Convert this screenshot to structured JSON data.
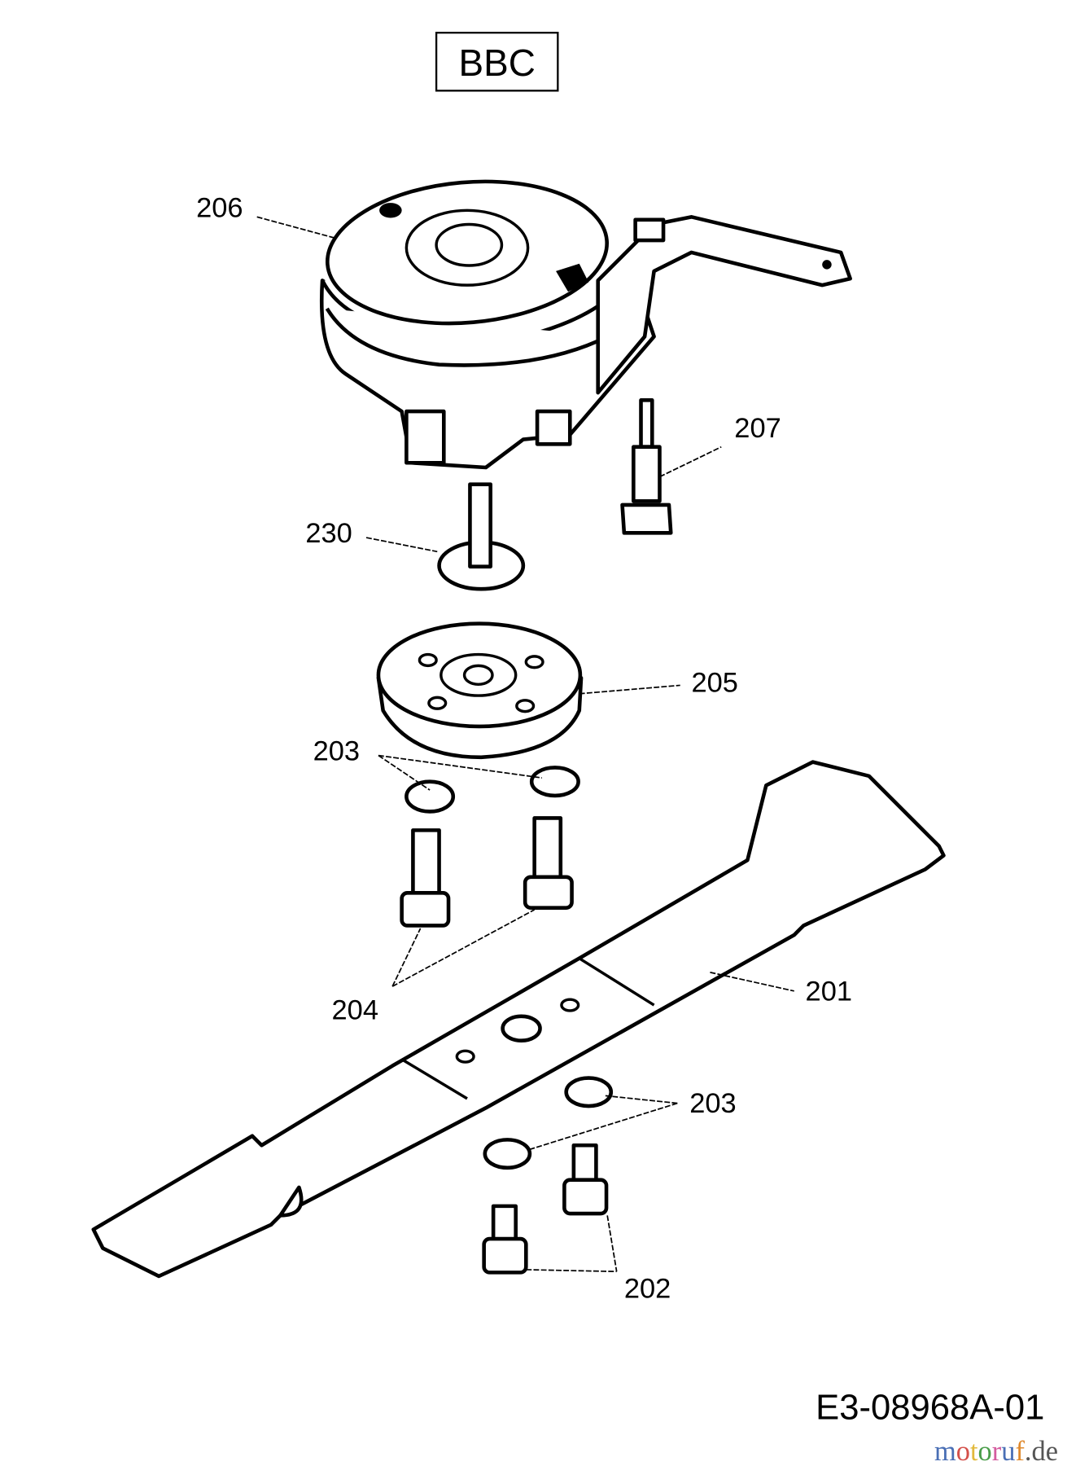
{
  "header": {
    "section_code": "BBC"
  },
  "callouts": {
    "clutch": "206",
    "bolt_207": "207",
    "bolt_230": "230",
    "adapter": "205",
    "washer_top": "203",
    "bolts_204": "204",
    "blade": "201",
    "washer_bottom": "203",
    "bolts_202": "202"
  },
  "footer": {
    "drawing_number": "E3-08968A-01"
  },
  "watermark": {
    "text": "motoruf",
    "suffix": ".de",
    "colors": [
      "#4a6fb5",
      "#d4504a",
      "#e2b93b",
      "#4a9e4a",
      "#d45b9e",
      "#e08a2e"
    ]
  }
}
